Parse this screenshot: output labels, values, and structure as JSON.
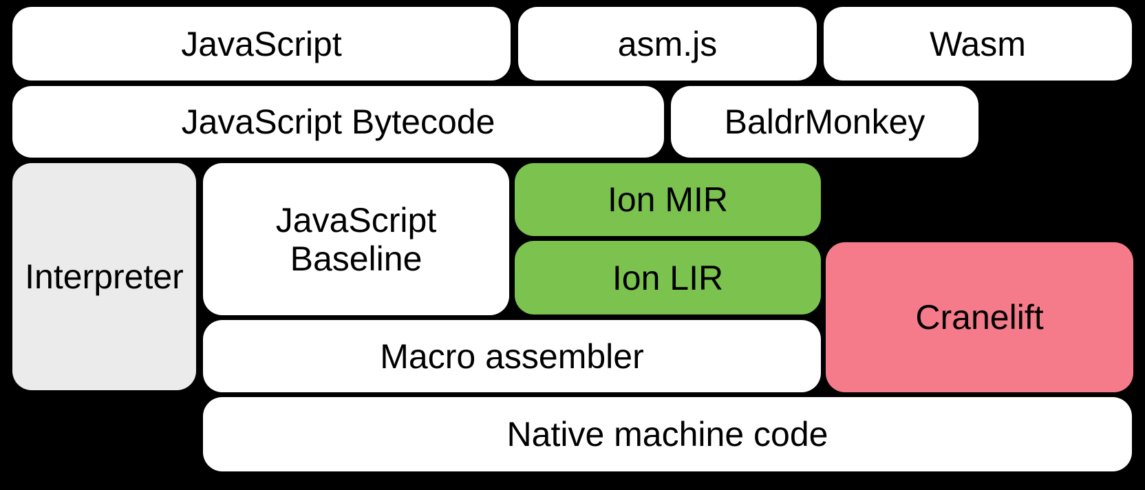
{
  "colors": {
    "background": "#000000",
    "default_box": "#FFFFFF",
    "interpreter_box": "#EBEBEB",
    "ion_box": "#7CC24F",
    "cranelift_box": "#F57B8A",
    "text": "#000000"
  },
  "diagram": {
    "type": "compiler-pipeline-block-diagram",
    "boxes": {
      "javascript": {
        "label": "JavaScript"
      },
      "asmjs": {
        "label": "asm.js"
      },
      "wasm": {
        "label": "Wasm"
      },
      "bytecode": {
        "label": "JavaScript Bytecode"
      },
      "baldrmonkey": {
        "label": "BaldrMonkey"
      },
      "interpreter": {
        "label": "Interpreter"
      },
      "baseline": {
        "label": "JavaScript\nBaseline"
      },
      "ion_mir": {
        "label": "Ion MIR"
      },
      "ion_lir": {
        "label": "Ion LIR"
      },
      "cranelift": {
        "label": "Cranelift"
      },
      "macro_assembler": {
        "label": "Macro assembler"
      },
      "native_machine_code": {
        "label": "Native machine code"
      }
    }
  }
}
